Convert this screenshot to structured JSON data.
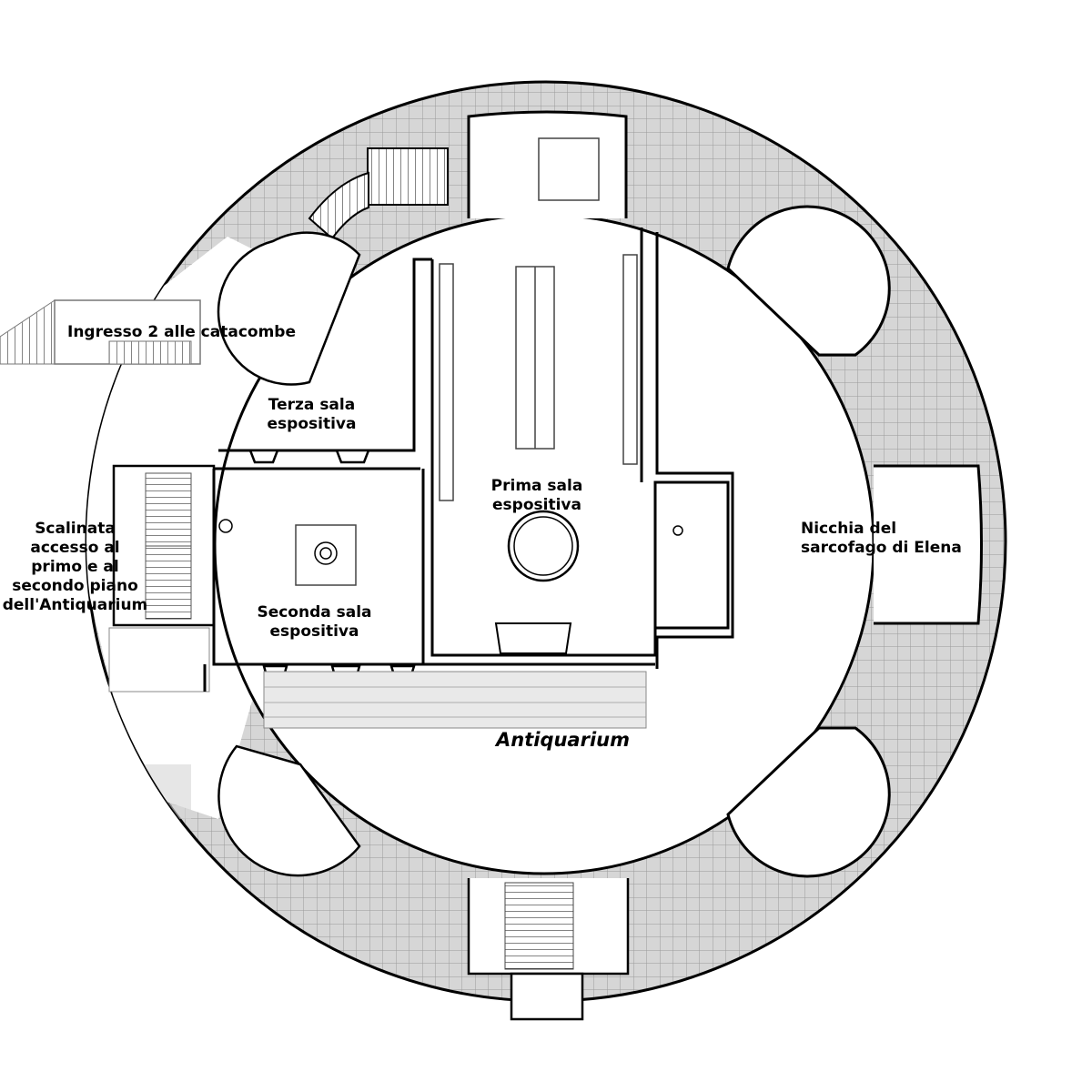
{
  "labels": {
    "ingresso": [
      "Ingresso 2 alle catacombe"
    ],
    "terza": [
      "Terza sala",
      "espositiva"
    ],
    "prima": [
      "Prima sala",
      "espositiva"
    ],
    "seconda": [
      "Seconda sala",
      "espositiva"
    ],
    "scalinata": [
      "Scalinata",
      "accesso al",
      "primo e al",
      "secondo piano",
      "dell'Antiquarium"
    ],
    "nicchia": [
      "Nicchia del",
      "sarcofago di Elena"
    ],
    "antiquarium": [
      "Antiquarium"
    ]
  },
  "colors": {
    "tile_fill": "#d6d6d6",
    "tile_grid": "#9a9a9a",
    "wall": "#000000",
    "ink": "#000000",
    "background": "#ffffff"
  }
}
